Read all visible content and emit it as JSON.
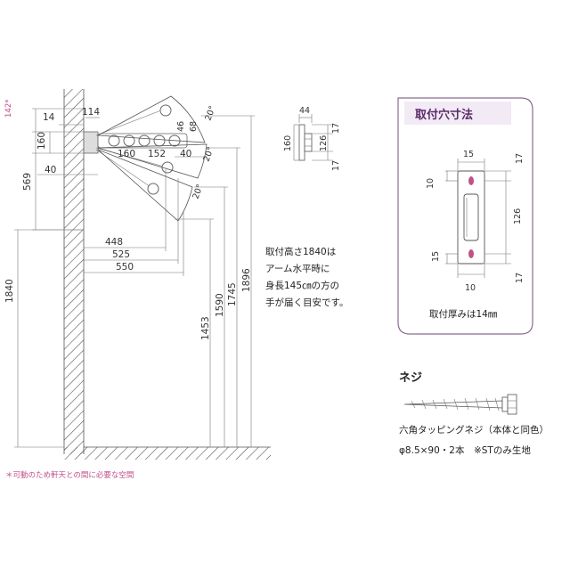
{
  "star_mark": "142*",
  "dims": {
    "d114": "114",
    "d14": "14",
    "d160": "160",
    "d40": "40",
    "d569": "569",
    "d1840": "1840",
    "d448": "448",
    "d525": "525",
    "d550": "550",
    "d46": "46",
    "d68": "68",
    "d160b": "160",
    "d152": "152",
    "d40b": "40",
    "d1453": "1453",
    "d1590": "1590",
    "d1745": "1745",
    "d1896": "1896"
  },
  "angles": {
    "a1": "20°",
    "a2": "20°",
    "a3": "20°"
  },
  "note_lines": [
    "取付高さ1840は",
    "アーム水平時に",
    "身長145㎝の方の",
    "手が届く目安です。"
  ],
  "footnote": "＊可動のため軒天との間に必要な空間",
  "side_view": {
    "d44": "44",
    "d17a": "17",
    "d160": "160",
    "d126": "126",
    "d17b": "17"
  },
  "mount_box": {
    "title": "取付穴寸法",
    "d15a": "15",
    "d17a": "17",
    "d10a": "10",
    "d126": "126",
    "d15b": "15",
    "d17b": "17",
    "d10b": "10",
    "thickness": "取付厚みは14㎜",
    "accent_color": "#5a2a6a",
    "hole_color": "#c0508a"
  },
  "screw": {
    "title": "ネジ",
    "desc": "六角タッピングネジ（本体と同色）",
    "spec": "φ8.5×90・2本　※STのみ生地"
  }
}
